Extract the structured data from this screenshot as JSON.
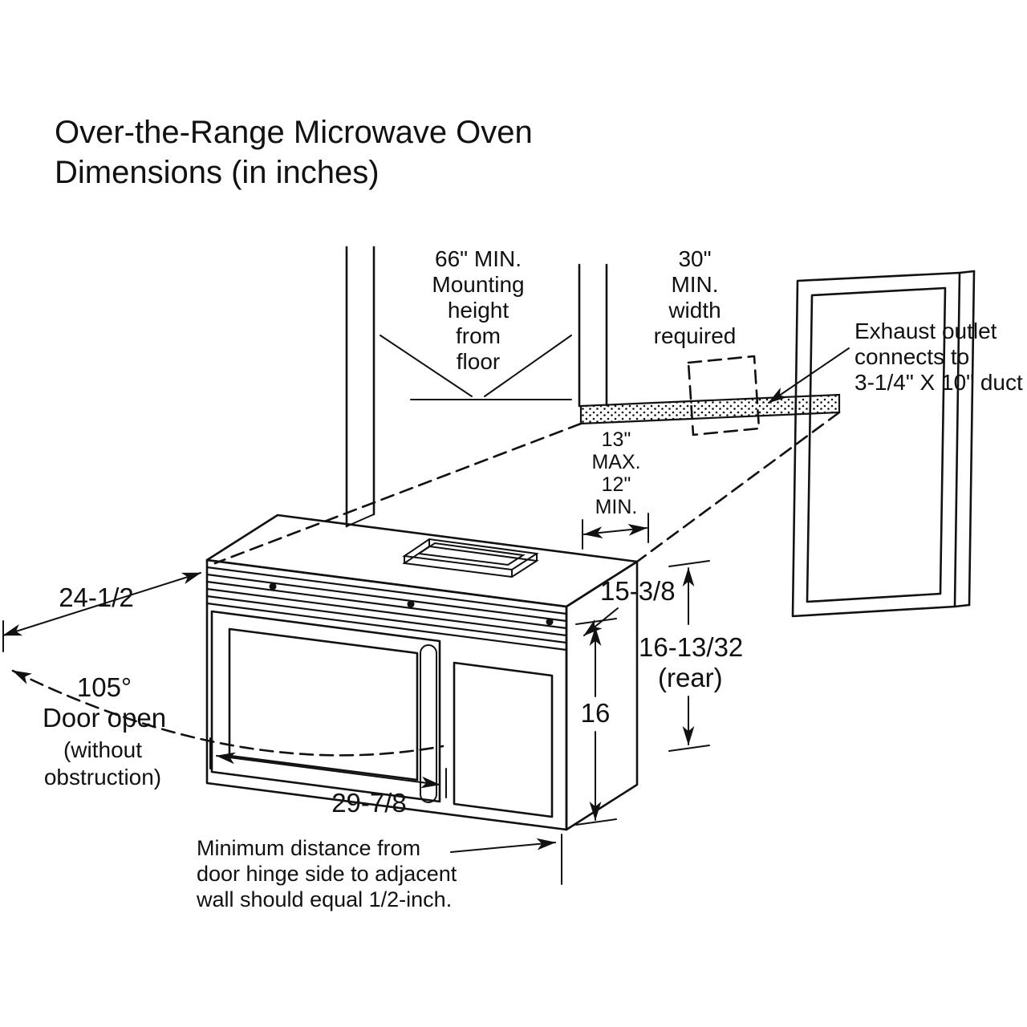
{
  "title": {
    "line1": "Over-the-Range Microwave Oven",
    "line2": "Dimensions (in inches)"
  },
  "labels": {
    "mounting_height": {
      "lines": [
        "66\" MIN.",
        "Mounting",
        "height",
        "from",
        "floor"
      ]
    },
    "width_required": {
      "lines": [
        "30\"",
        "MIN.",
        "width",
        "required"
      ]
    },
    "exhaust": {
      "lines": [
        "Exhaust outlet",
        "connects to",
        "3-1/4\" X 10\" duct"
      ]
    },
    "cabinet_depth": {
      "lines": [
        "13\"",
        "MAX.",
        "12\"",
        "MIN."
      ]
    },
    "top_depth": "15-3/8",
    "rear_height": {
      "lines": [
        "16-13/32",
        "(rear)"
      ]
    },
    "front_height": "16",
    "body_depth": "24-1/2",
    "door_angle": "105°",
    "door_open": {
      "lines": [
        "Door open",
        "(without",
        "obstruction)"
      ]
    },
    "door_width": "29-7/8",
    "min_distance": {
      "lines": [
        "Minimum distance from",
        "door hinge side to adjacent",
        "wall should equal 1/2-inch."
      ]
    }
  },
  "colors": {
    "ink": "#111111",
    "background": "#ffffff"
  }
}
